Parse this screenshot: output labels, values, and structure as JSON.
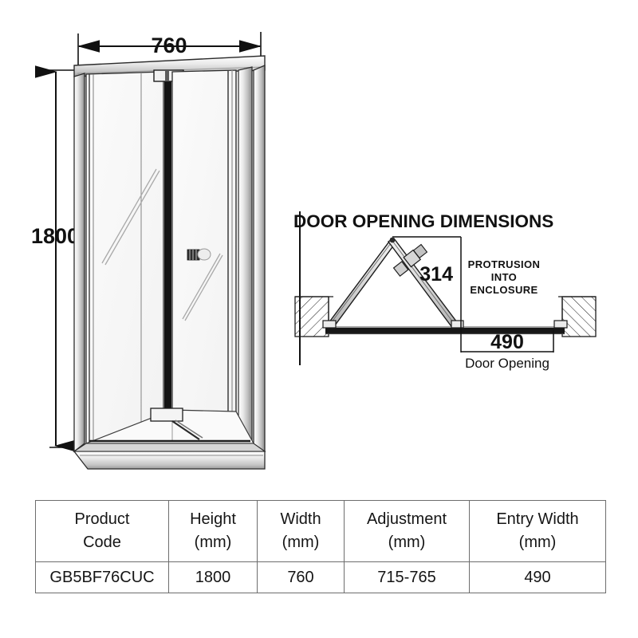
{
  "drawing": {
    "elevation": {
      "name": "bi-fold shower door elevation",
      "width_dimension": "760",
      "height_dimension": "1800"
    },
    "plan": {
      "title": "DOOR OPENING DIMENSIONS",
      "protrusion_dimension": "314",
      "protrusion_label_line1": "PROTRUSION",
      "protrusion_label_line2": "INTO",
      "protrusion_label_line3": "ENCLOSURE",
      "opening_dimension": "490",
      "opening_label": "Door Opening"
    }
  },
  "spec_table": {
    "headers": [
      {
        "line1": "Product",
        "line2": "Code"
      },
      {
        "line1": "Height",
        "line2": "(mm)"
      },
      {
        "line1": "Width",
        "line2": "(mm)"
      },
      {
        "line1": "Adjustment",
        "line2": "(mm)"
      },
      {
        "line1": "Entry Width",
        "line2": "(mm)"
      }
    ],
    "row": {
      "product_code": "GB5BF76CUC",
      "height": "1800",
      "width": "760",
      "adjustment": "715-765",
      "entry_width": "490"
    }
  },
  "colors": {
    "line": "#111111",
    "frame_light": "#e4e4e4",
    "frame_mid": "#c9c9c9",
    "frame_dark": "#4a4a4a",
    "glass": "#f6f6f6",
    "table_border": "#6d6d6d",
    "track_black": "#171717"
  }
}
